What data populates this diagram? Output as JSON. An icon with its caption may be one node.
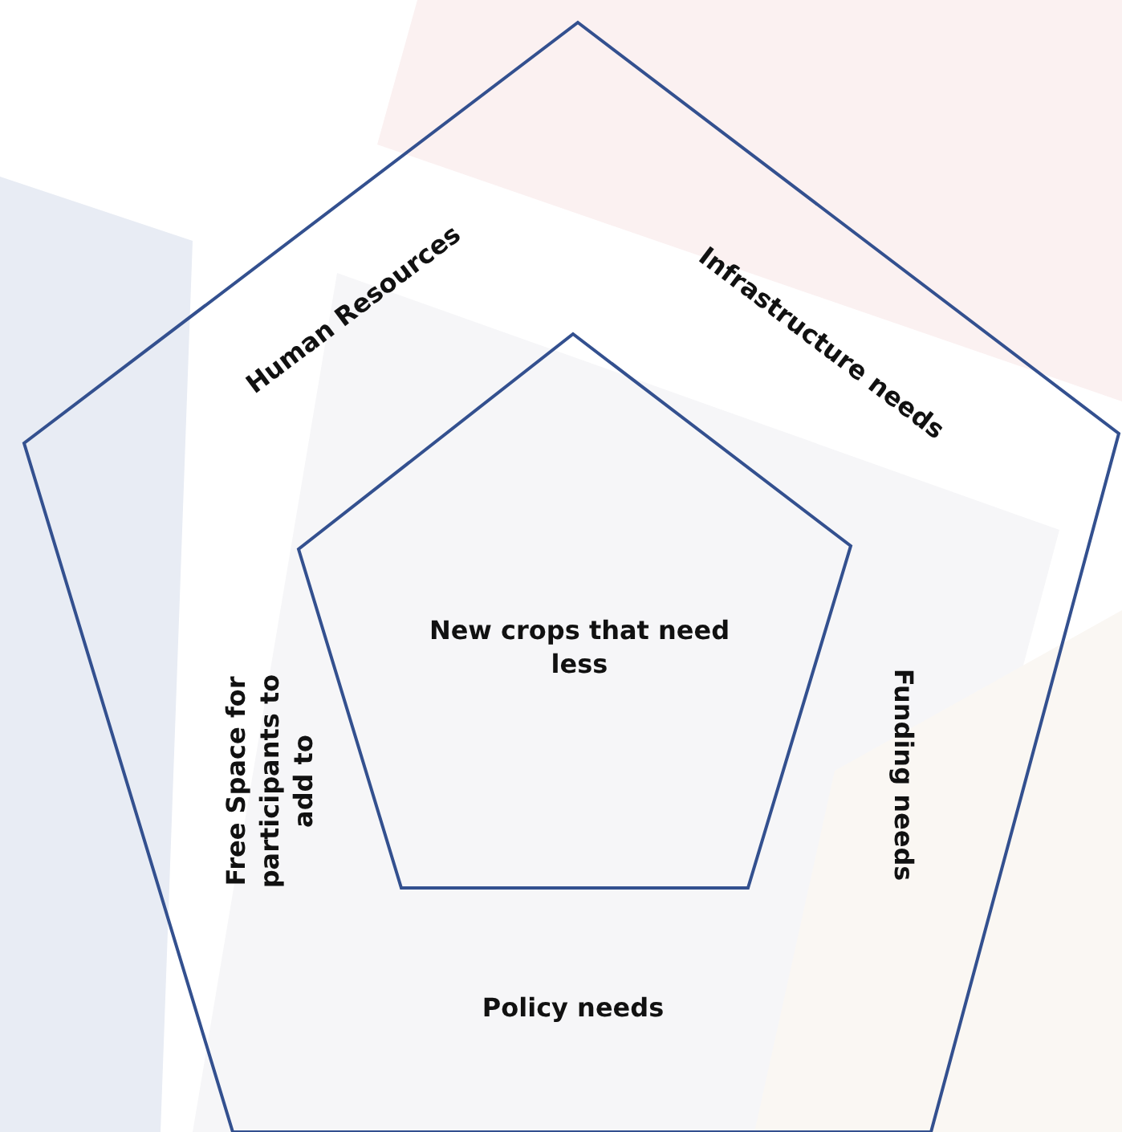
{
  "diagram": {
    "nodes": [
      {
        "text": [
          "Human Resources",
          "Infrastructure needs",
          "Free Space for participants to add to",
          "Funding needs",
          "Policy needs"
        ]
      },
      {
        "text": [
          "New crops that need less"
        ],
        "in": 0
      }
    ]
  }
}
